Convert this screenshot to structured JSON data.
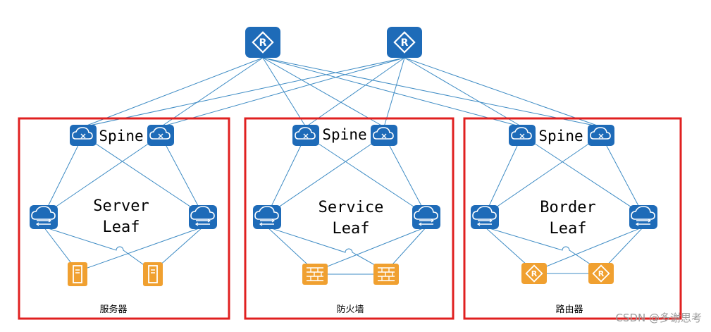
{
  "colors": {
    "box": "#e02020",
    "line": "#3d8bc4",
    "blue_icon": "#1e6bb8",
    "orange_icon": "#f0a030",
    "text": "#000000"
  },
  "pods": [
    {
      "spine_label": "Spine",
      "leaf_label_line1": "Server",
      "leaf_label_line2": "Leaf",
      "device_label": "服务器",
      "device_type": "server-icon"
    },
    {
      "spine_label": "Spine",
      "leaf_label_line1": "Service",
      "leaf_label_line2": "Leaf",
      "device_label": "防火墙",
      "device_type": "firewall-icon"
    },
    {
      "spine_label": "Spine",
      "leaf_label_line1": "Border",
      "leaf_label_line2": "Leaf",
      "device_label": "路由器",
      "device_type": "router-icon"
    }
  ],
  "watermark": "CSDN @多谢思考"
}
